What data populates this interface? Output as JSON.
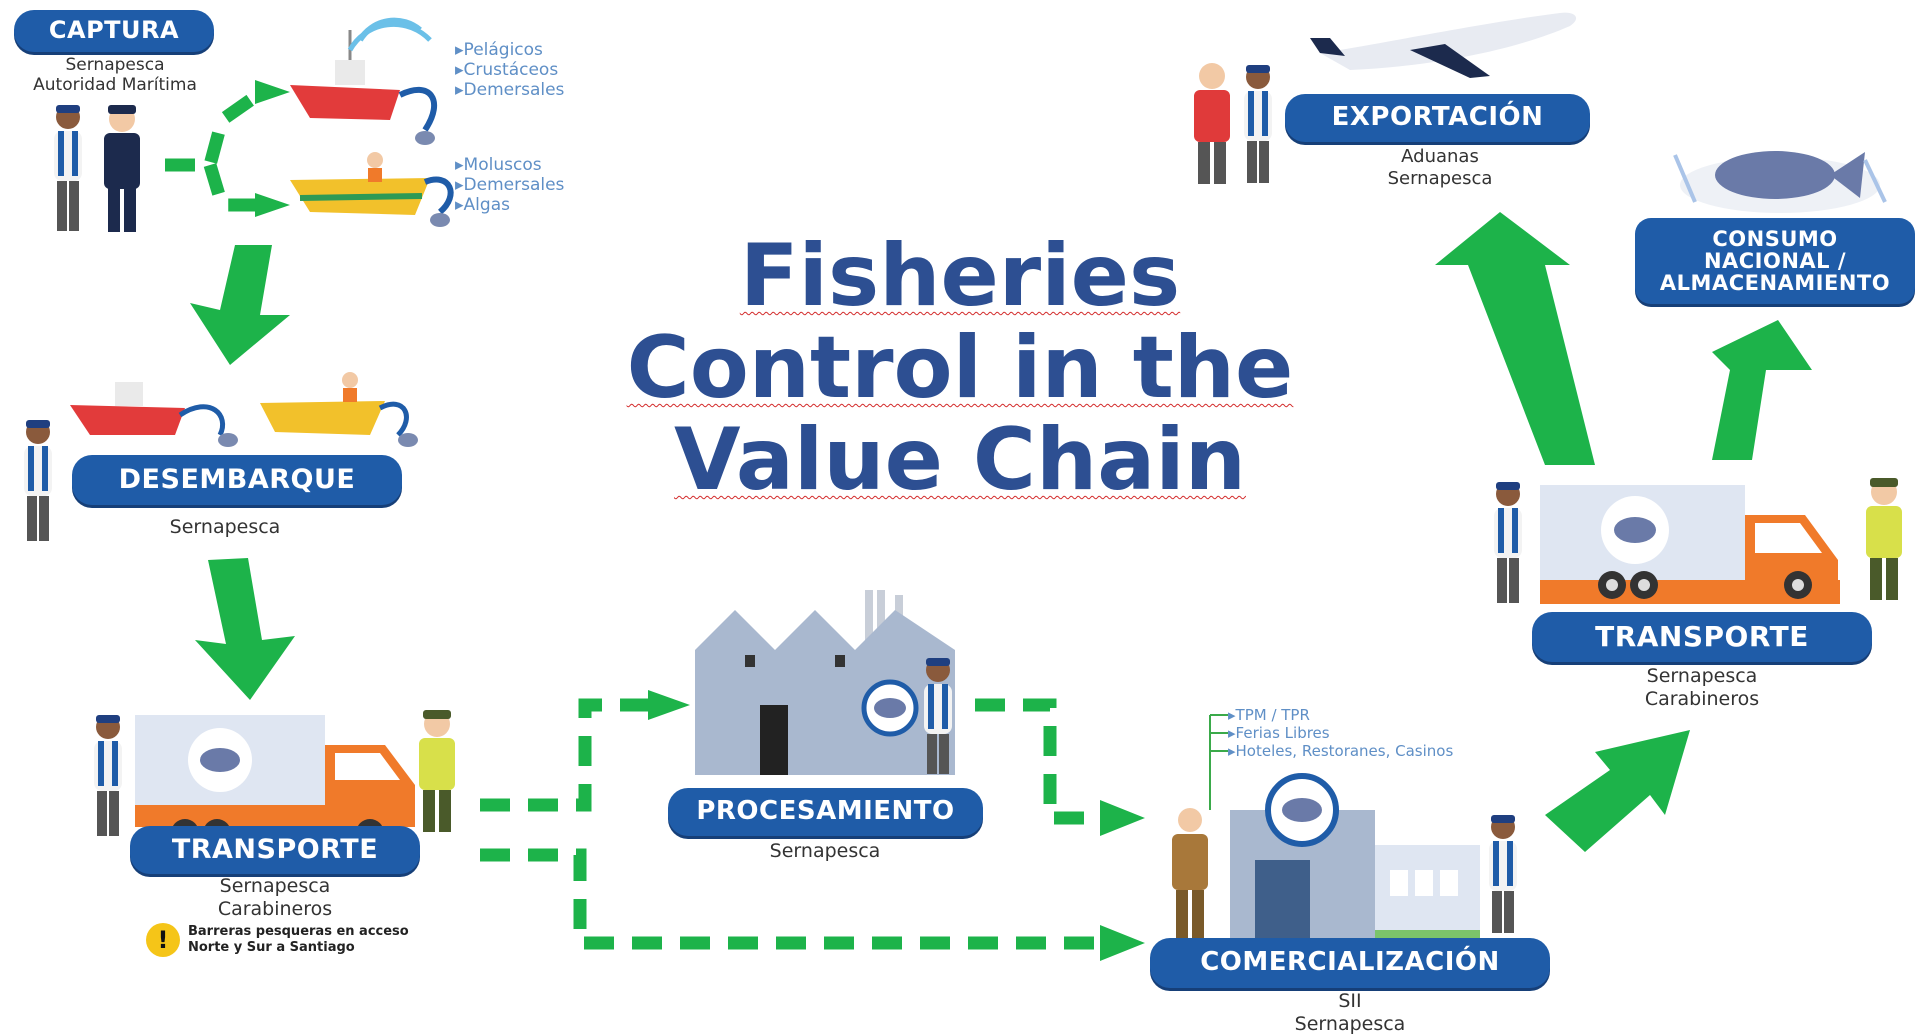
{
  "title": {
    "line1": "Fisheries",
    "line2": "Control in the",
    "line3": "Value Chain"
  },
  "colors": {
    "brand_blue": "#1f5ca8",
    "arrow_green": "#1db34a",
    "title_blue": "#2d4f92"
  },
  "nodes": {
    "captura": {
      "label": "CAPTURA",
      "agencies": [
        "Sernapesca",
        "Autoridad Marítima"
      ]
    },
    "desembarque": {
      "label": "DESEMBARQUE",
      "agencies": [
        "Sernapesca"
      ]
    },
    "transporte_1": {
      "label": "TRANSPORTE",
      "agencies": [
        "Sernapesca",
        "Carabineros"
      ],
      "warning": [
        "Barreras pesqueras en acceso",
        "Norte y Sur a Santiago"
      ]
    },
    "procesamiento": {
      "label": "PROCESAMIENTO",
      "agencies": [
        "Sernapesca"
      ]
    },
    "comercializacion": {
      "label": "COMERCIALIZACIÓN",
      "agencies": [
        "SII",
        "Sernapesca"
      ],
      "channels": [
        "TPM / TPR",
        "Ferias Libres",
        "Hoteles, Restoranes, Casinos"
      ]
    },
    "transporte_2": {
      "label": "TRANSPORTE",
      "agencies": [
        "Sernapesca",
        "Carabineros"
      ]
    },
    "exportacion": {
      "label": "EXPORTACIÓN",
      "agencies": [
        "Aduanas",
        "Sernapesca"
      ]
    },
    "consumo": {
      "label_lines": [
        "CONSUMO",
        "NACIONAL /",
        "ALMACENAMIENTO"
      ]
    }
  },
  "capture_lists": {
    "industrial": [
      "Pelágicos",
      "Crustáceos",
      "Demersales"
    ],
    "artisanal": [
      "Moluscos",
      "Demersales",
      "Algas"
    ]
  }
}
